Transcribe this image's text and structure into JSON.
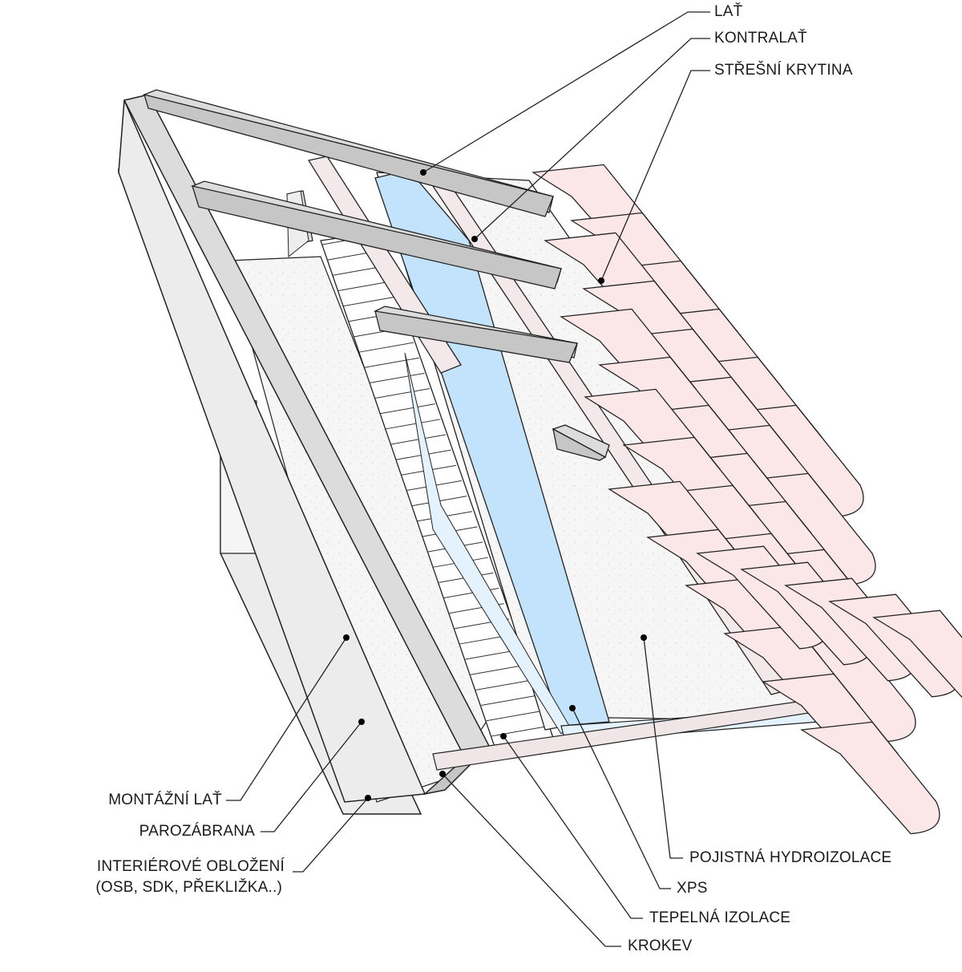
{
  "labels": {
    "lat": "LAŤ",
    "kontralat": "KONTRALAŤ",
    "stresni_krytina": "STŘEŠNÍ KRYTINA",
    "montazni_lat": "MONTÁŽNÍ LAŤ",
    "parozabrana": "PAROZÁBRANA",
    "interierove_oblozeni_1": "INTERIÉROVÉ OBLOŽENÍ",
    "interierove_oblozeni_2": "(OSB, SDK, PŘEKLIŽKA..)",
    "pojistna_hydroizolace": "POJISTNÁ HYDROIZOLACE",
    "xps": "XPS",
    "tepelna_izolace": "TEPELNÁ IZOLACE",
    "krokev": "KROKEV"
  },
  "colors": {
    "tile_fill": "#fbe6e8",
    "xps_fill": "#c3e2fb",
    "xps_light": "#e4f2fd",
    "batten_top": "#dcdcdc",
    "batten_side": "#c6c6c6",
    "membrane": "#f7f7f7",
    "lining": "#ececec",
    "outline": "#222222"
  }
}
